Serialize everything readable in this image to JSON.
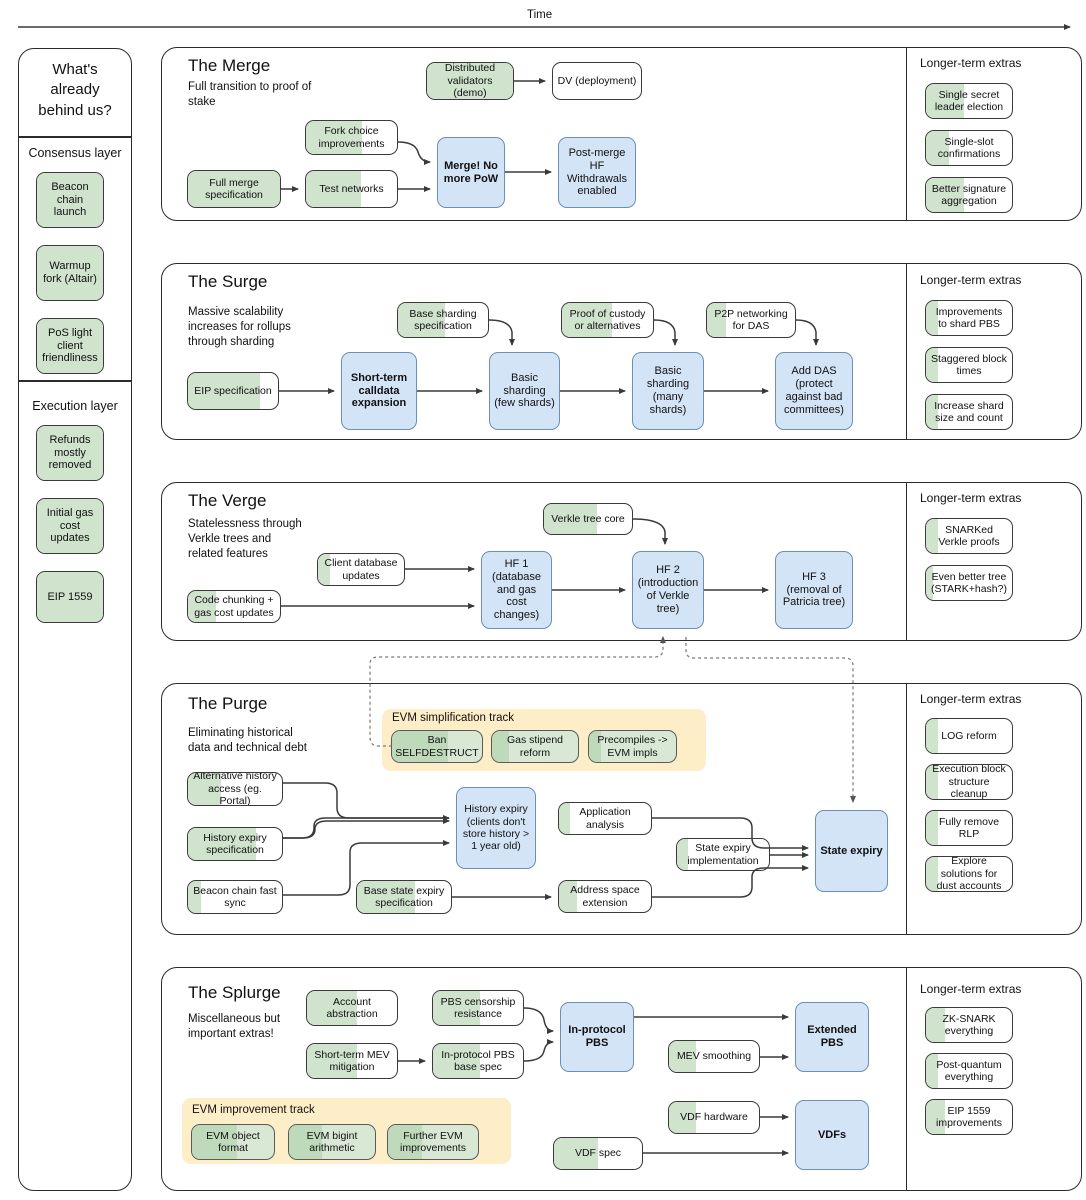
{
  "header": {
    "time_label": "Time",
    "arrow": "right-arrow"
  },
  "rail": {
    "heading": "What's already behind us?",
    "sections": [
      {
        "label": "Consensus layer",
        "items": [
          {
            "label": "Beacon chain launch",
            "progress": 100
          },
          {
            "label": "Warmup fork (Altair)",
            "progress": 100
          },
          {
            "label": "PoS light client friendliness",
            "progress": 100
          }
        ]
      },
      {
        "label": "Execution layer",
        "items": [
          {
            "label": "Refunds mostly removed",
            "progress": 100
          },
          {
            "label": "Initial gas cost updates",
            "progress": 100
          },
          {
            "label": "EIP 1559",
            "progress": 100
          }
        ]
      }
    ]
  },
  "sections": [
    {
      "id": "merge",
      "title": "The Merge",
      "subtitle": "Full transition to proof of stake",
      "extras_title": "Longer-term extras",
      "nodes": [
        {
          "label": "Distributed validators (demo)",
          "progress": 100,
          "kind": "green"
        },
        {
          "label": "DV (deployment)",
          "progress": 0,
          "kind": "green"
        },
        {
          "label": "Fork choice improvements",
          "progress": 62,
          "kind": "green"
        },
        {
          "label": "Full merge specification",
          "progress": 100,
          "kind": "green"
        },
        {
          "label": "Test networks",
          "progress": 60,
          "kind": "green"
        },
        {
          "label": "Merge! No more PoW",
          "progress": 0,
          "kind": "blue"
        },
        {
          "label": "Post-merge HF Withdrawals enabled",
          "progress": 0,
          "kind": "blue"
        }
      ],
      "extras": [
        {
          "label": "Single secret leader election",
          "progress": 44
        },
        {
          "label": "Single-slot confirmations",
          "progress": 27
        },
        {
          "label": "Better signature aggregation",
          "progress": 44
        }
      ]
    },
    {
      "id": "surge",
      "title": "The Surge",
      "subtitle": "Massive scalability increases for rollups through sharding",
      "extras_title": "Longer-term extras",
      "nodes": [
        {
          "label": "Base sharding specification",
          "progress": 52,
          "kind": "green"
        },
        {
          "label": "Proof of custody or alternatives",
          "progress": 55,
          "kind": "green"
        },
        {
          "label": "P2P networking for DAS",
          "progress": 22,
          "kind": "green"
        },
        {
          "label": "EIP specification",
          "progress": 80,
          "kind": "green"
        },
        {
          "label": "Short-term calldata expansion",
          "progress": 0,
          "kind": "blue"
        },
        {
          "label": "Basic sharding (few shards)",
          "progress": 0,
          "kind": "blue"
        },
        {
          "label": "Basic sharding (many shards)",
          "progress": 0,
          "kind": "blue"
        },
        {
          "label": "Add DAS (protect against bad committees)",
          "progress": 0,
          "kind": "blue"
        }
      ],
      "extras": [
        {
          "label": "Improvements to shard PBS",
          "progress": 14
        },
        {
          "label": "Staggered block times",
          "progress": 14
        },
        {
          "label": "Increase shard size and count",
          "progress": 14
        }
      ]
    },
    {
      "id": "verge",
      "title": "The Verge",
      "subtitle": "Statelessness through Verkle trees and related features",
      "extras_title": "Longer-term extras",
      "nodes": [
        {
          "label": "Verkle tree core",
          "progress": 60,
          "kind": "green"
        },
        {
          "label": "Client database updates",
          "progress": 14,
          "kind": "green"
        },
        {
          "label": "Code chunking + gas cost updates",
          "progress": 30,
          "kind": "green"
        },
        {
          "label": "HF 1 (database and gas cost changes)",
          "progress": 0,
          "kind": "blue"
        },
        {
          "label": "HF 2 (introduction of Verkle tree)",
          "progress": 0,
          "kind": "blue"
        },
        {
          "label": "HF 3 (removal of Patricia tree)",
          "progress": 0,
          "kind": "blue"
        }
      ],
      "extras": [
        {
          "label": "SNARKed Verkle proofs",
          "progress": 14
        },
        {
          "label": "Even better tree (STARK+hash?)",
          "progress": 8
        }
      ]
    },
    {
      "id": "purge",
      "title": "The Purge",
      "subtitle": "Eliminating historical data and technical debt",
      "extras_title": "Longer-term extras",
      "track": {
        "title": "EVM simplification track",
        "items": [
          {
            "label": "Ban SELFDESTRUCT",
            "progress": 62
          },
          {
            "label": "Gas stipend reform",
            "progress": 20
          },
          {
            "label": "Precompiles -> EVM impls",
            "progress": 14
          }
        ]
      },
      "nodes": [
        {
          "label": "Alternative history access (eg. Portal)",
          "progress": 35,
          "kind": "green"
        },
        {
          "label": "History expiry specification",
          "progress": 72,
          "kind": "green"
        },
        {
          "label": "Beacon chain fast sync",
          "progress": 14,
          "kind": "green"
        },
        {
          "label": "Base state expiry specification",
          "progress": 62,
          "kind": "green"
        },
        {
          "label": "Application analysis",
          "progress": 12,
          "kind": "green"
        },
        {
          "label": "State expiry implementation",
          "progress": 12,
          "kind": "green"
        },
        {
          "label": "Address space extension",
          "progress": 20,
          "kind": "green"
        },
        {
          "label": "History expiry (clients don't store history > 1 year old)",
          "progress": 0,
          "kind": "blue"
        },
        {
          "label": "State expiry",
          "progress": 0,
          "kind": "blue"
        }
      ],
      "extras": [
        {
          "label": "LOG reform",
          "progress": 14
        },
        {
          "label": "Execution block structure cleanup",
          "progress": 14
        },
        {
          "label": "Fully remove RLP",
          "progress": 14
        },
        {
          "label": "Explore solutions for dust accounts",
          "progress": 14
        }
      ]
    },
    {
      "id": "splurge",
      "title": "The Splurge",
      "subtitle": "Miscellaneous but important extras!",
      "extras_title": "Longer-term extras",
      "track": {
        "title": "EVM improvement track",
        "items": [
          {
            "label": "EVM object format",
            "progress": 55
          },
          {
            "label": "EVM bigint arithmetic",
            "progress": 38
          },
          {
            "label": "Further EVM improvements",
            "progress": 38
          }
        ]
      },
      "nodes": [
        {
          "label": "Account abstraction",
          "progress": 55,
          "kind": "green"
        },
        {
          "label": "PBS censorship resistance",
          "progress": 52,
          "kind": "green"
        },
        {
          "label": "Short-term MEV mitigation",
          "progress": 55,
          "kind": "green"
        },
        {
          "label": "In-protocol PBS base spec",
          "progress": 52,
          "kind": "green"
        },
        {
          "label": "MEV smoothing",
          "progress": 30,
          "kind": "green"
        },
        {
          "label": "VDF hardware",
          "progress": 30,
          "kind": "green"
        },
        {
          "label": "VDF spec",
          "progress": 50,
          "kind": "green"
        },
        {
          "label": "In-protocol PBS",
          "progress": 0,
          "kind": "blue"
        },
        {
          "label": "Extended PBS",
          "progress": 0,
          "kind": "blue"
        },
        {
          "label": "VDFs",
          "progress": 0,
          "kind": "blue"
        }
      ],
      "extras": [
        {
          "label": "ZK-SNARK everything",
          "progress": 22
        },
        {
          "label": "Post-quantum everything",
          "progress": 14
        },
        {
          "label": "EIP 1559 improvements",
          "progress": 22
        }
      ]
    }
  ],
  "colors": {
    "done_green": "#cfe3cd",
    "future_blue": "#d4e4f7",
    "track_yellow": "#fdeec8",
    "stroke": "#3a3a3a"
  }
}
